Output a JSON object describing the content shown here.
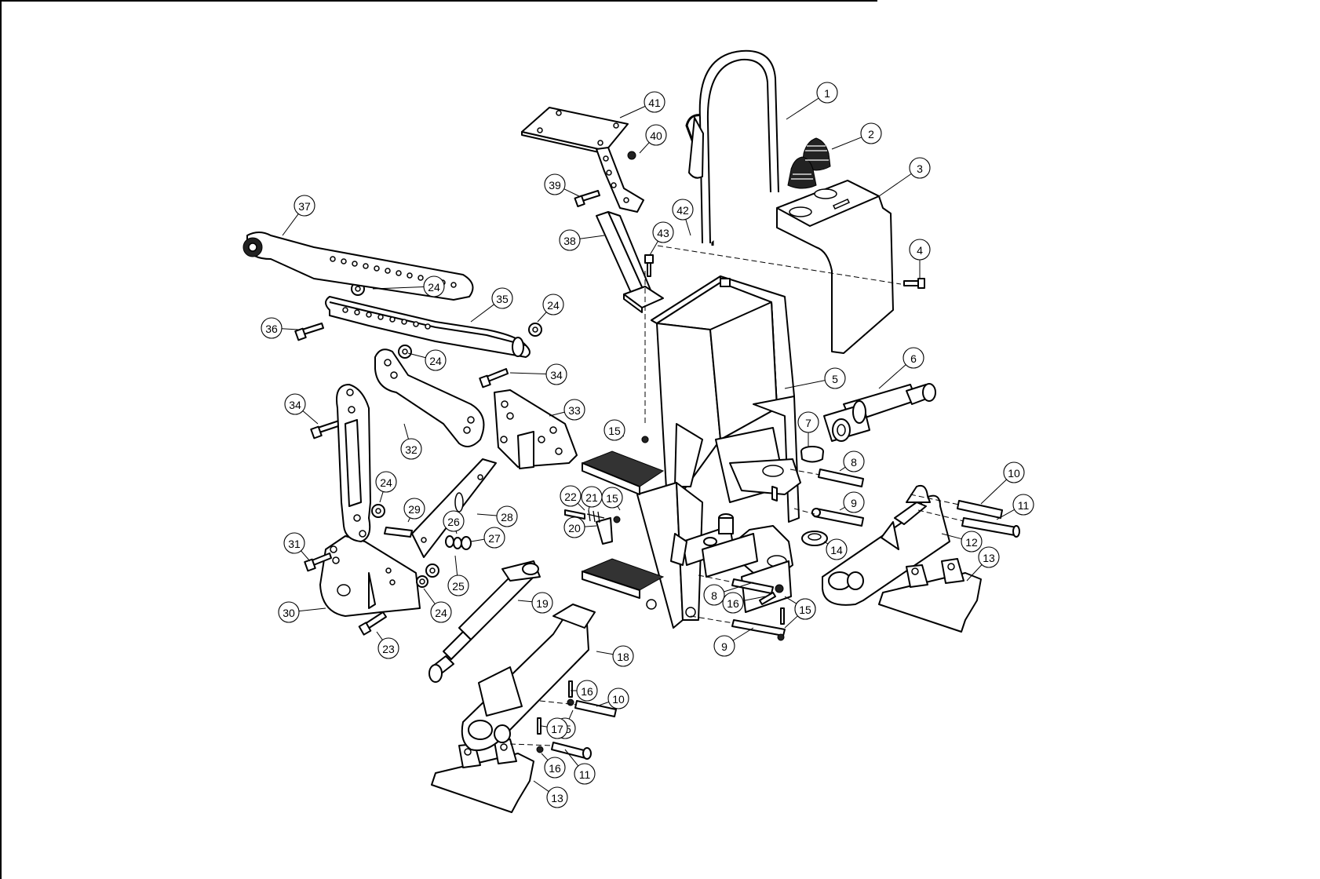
{
  "balloons": [
    {
      "n": "1"
    },
    {
      "n": "2"
    },
    {
      "n": "3"
    },
    {
      "n": "4"
    },
    {
      "n": "5"
    },
    {
      "n": "6"
    },
    {
      "n": "7"
    },
    {
      "n": "8"
    },
    {
      "n": "8"
    },
    {
      "n": "9"
    },
    {
      "n": "9"
    },
    {
      "n": "10"
    },
    {
      "n": "10"
    },
    {
      "n": "11"
    },
    {
      "n": "11"
    },
    {
      "n": "12"
    },
    {
      "n": "13"
    },
    {
      "n": "13"
    },
    {
      "n": "14"
    },
    {
      "n": "15"
    },
    {
      "n": "15"
    },
    {
      "n": "15"
    },
    {
      "n": "15"
    },
    {
      "n": "15"
    },
    {
      "n": "16"
    },
    {
      "n": "16"
    },
    {
      "n": "16"
    },
    {
      "n": "17"
    },
    {
      "n": "18"
    },
    {
      "n": "19"
    },
    {
      "n": "20"
    },
    {
      "n": "21"
    },
    {
      "n": "22"
    },
    {
      "n": "23"
    },
    {
      "n": "24"
    },
    {
      "n": "24"
    },
    {
      "n": "24"
    },
    {
      "n": "24"
    },
    {
      "n": "24"
    },
    {
      "n": "25"
    },
    {
      "n": "26"
    },
    {
      "n": "27"
    },
    {
      "n": "28"
    },
    {
      "n": "29"
    },
    {
      "n": "30"
    },
    {
      "n": "31"
    },
    {
      "n": "32"
    },
    {
      "n": "33"
    },
    {
      "n": "34"
    },
    {
      "n": "34"
    },
    {
      "n": "35"
    },
    {
      "n": "36"
    },
    {
      "n": "37"
    },
    {
      "n": "38"
    },
    {
      "n": "39"
    },
    {
      "n": "40"
    },
    {
      "n": "41"
    },
    {
      "n": "42"
    },
    {
      "n": "43"
    }
  ]
}
